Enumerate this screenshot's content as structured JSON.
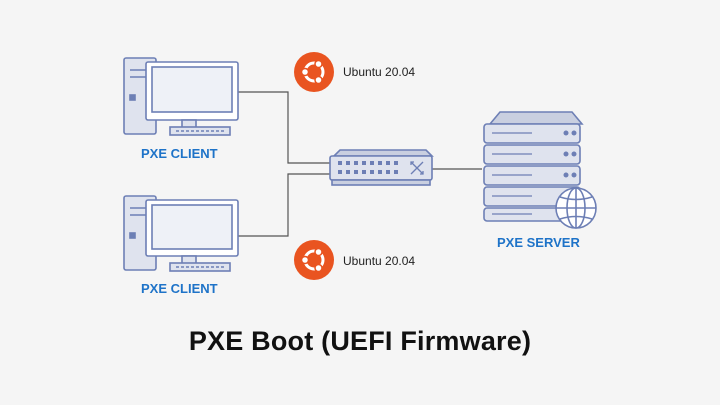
{
  "title": "PXE Boot (UEFI Firmware)",
  "nodes": {
    "client_top": {
      "label": "PXE CLIENT"
    },
    "client_bottom": {
      "label": "PXE CLIENT"
    },
    "server": {
      "label": "PXE SERVER"
    }
  },
  "os_badges": {
    "top": {
      "text": "Ubuntu 20.04",
      "icon": "ubuntu-icon"
    },
    "bottom": {
      "text": "Ubuntu 20.04",
      "icon": "ubuntu-icon"
    }
  },
  "switch": {
    "icon": "network-switch-icon"
  },
  "colors": {
    "label_blue": "#1e73c8",
    "ubuntu_orange": "#e95420",
    "device_fill": "#dfe3ee",
    "device_stroke": "#6d7fb5"
  }
}
